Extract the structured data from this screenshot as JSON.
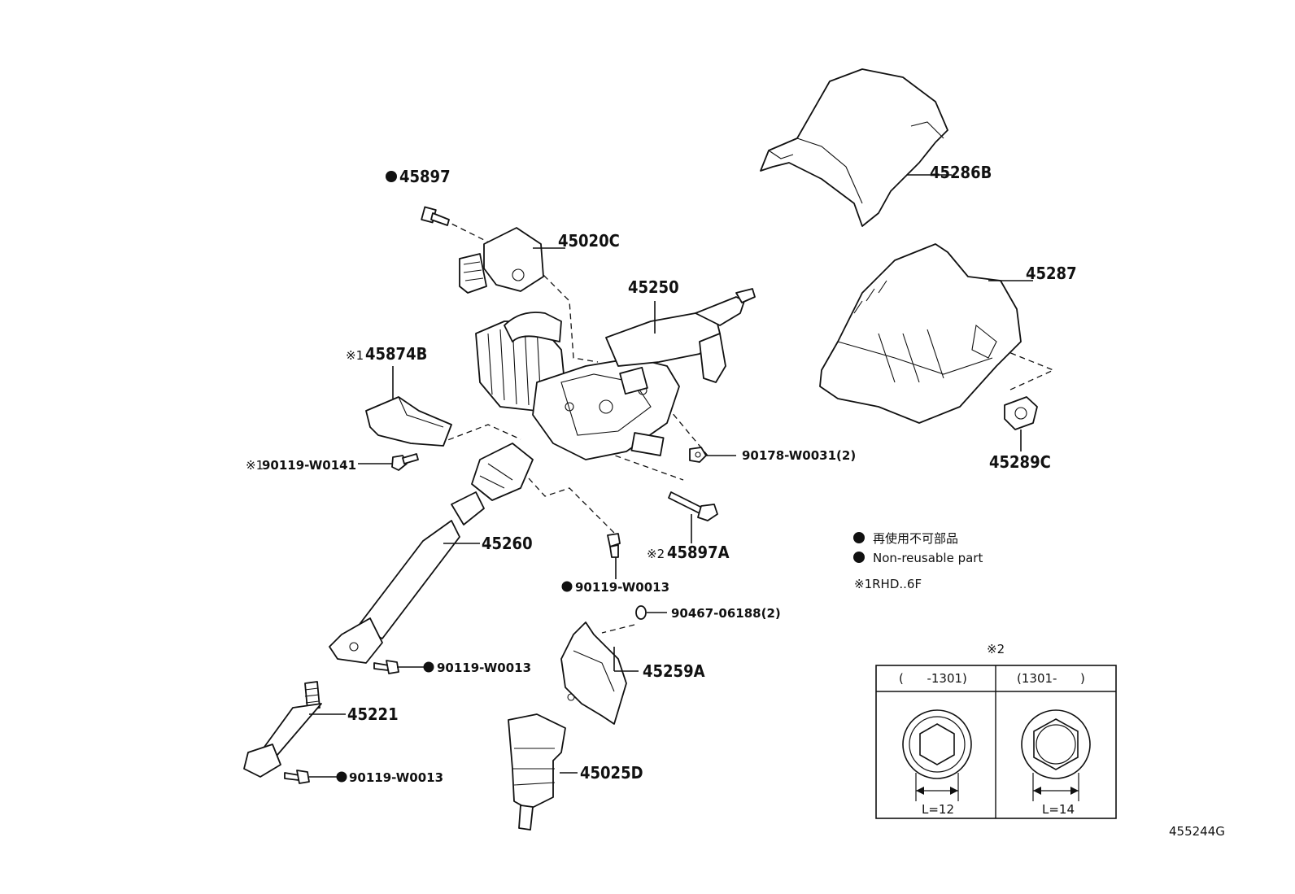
{
  "labels": {
    "p45897": "45897",
    "p45020C": "45020C",
    "p45250": "45250",
    "p45874B": "45874B",
    "p90119_W0141": "90119-W0141",
    "p90178_W0031": "90178-W0031(2)",
    "p45897A": "45897A",
    "p45260": "45260",
    "p90119_W0013_a": "90119-W0013",
    "p90467_06188": "90467-06188(2)",
    "p90119_W0013_b": "90119-W0013",
    "p45259A": "45259A",
    "p45221": "45221",
    "p90119_W0013_c": "90119-W0013",
    "p45025D": "45025D",
    "p45286B": "45286B",
    "p45287": "45287",
    "p45289C": "45289C"
  },
  "marks": {
    "ref1": "※1",
    "ref2": "※2"
  },
  "legend": {
    "jp": "再使用不可部品",
    "en": "Non-reusable part",
    "note1": "※1RHD..6F"
  },
  "inset": {
    "ref": "※2",
    "col1_header": "(      -1301)",
    "col2_header": "(1301-      )",
    "col1_dim": "L=12",
    "col2_dim": "L=14"
  },
  "diagram_id": "455244G"
}
